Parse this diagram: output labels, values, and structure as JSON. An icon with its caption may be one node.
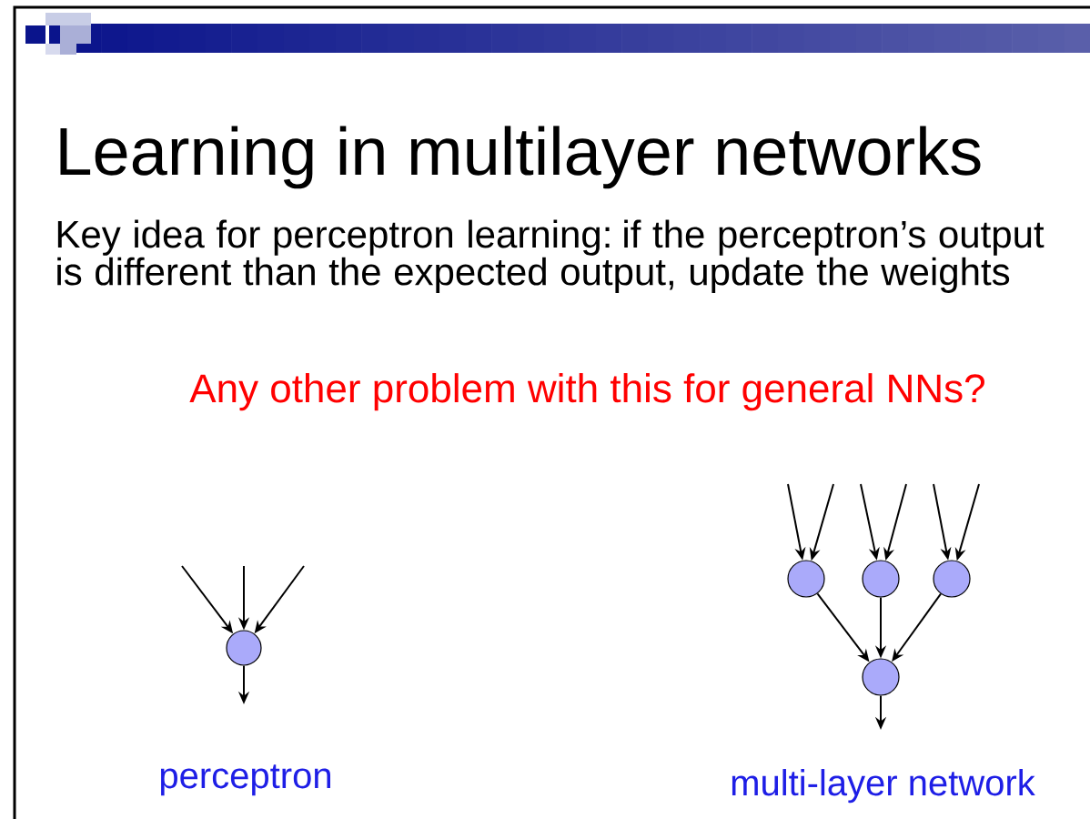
{
  "diagram": {
    "title": "Learning in multilayer networks",
    "nodes": [
      {
        "text": [],
        "shape": "circle"
      },
      {
        "text": [],
        "shape": "circle"
      },
      {
        "text": [],
        "shape": "circle"
      },
      {
        "text": [],
        "shape": "circle"
      },
      {
        "text": [],
        "shape": "circle"
      }
    ],
    "edges": [
      {
        "from": null,
        "to": 0,
        "arrow": "to"
      },
      {
        "from": null,
        "to": 0,
        "arrow": "to"
      },
      {
        "from": null,
        "to": 0,
        "arrow": "to"
      },
      {
        "from": 0,
        "to": null,
        "arrow": "to"
      },
      {
        "from": null,
        "to": 1,
        "arrow": "to"
      },
      {
        "from": null,
        "to": 1,
        "arrow": "to"
      },
      {
        "from": null,
        "to": 2,
        "arrow": "to"
      },
      {
        "from": null,
        "to": 2,
        "arrow": "to"
      },
      {
        "from": null,
        "to": 3,
        "arrow": "to"
      },
      {
        "from": null,
        "to": 3,
        "arrow": "to"
      },
      {
        "from": 1,
        "to": 4,
        "arrow": "to"
      },
      {
        "from": 2,
        "to": 4,
        "arrow": "to"
      },
      {
        "from": 3,
        "to": 4,
        "arrow": "to"
      },
      {
        "from": 4,
        "to": null,
        "arrow": "to"
      }
    ],
    "labels": [
      "Key idea for perceptron learning: if the perceptron’s output is different than the expected output, update the weights",
      "Any other problem with this for general NNs?",
      "perceptron",
      "multi-layer network"
    ]
  }
}
